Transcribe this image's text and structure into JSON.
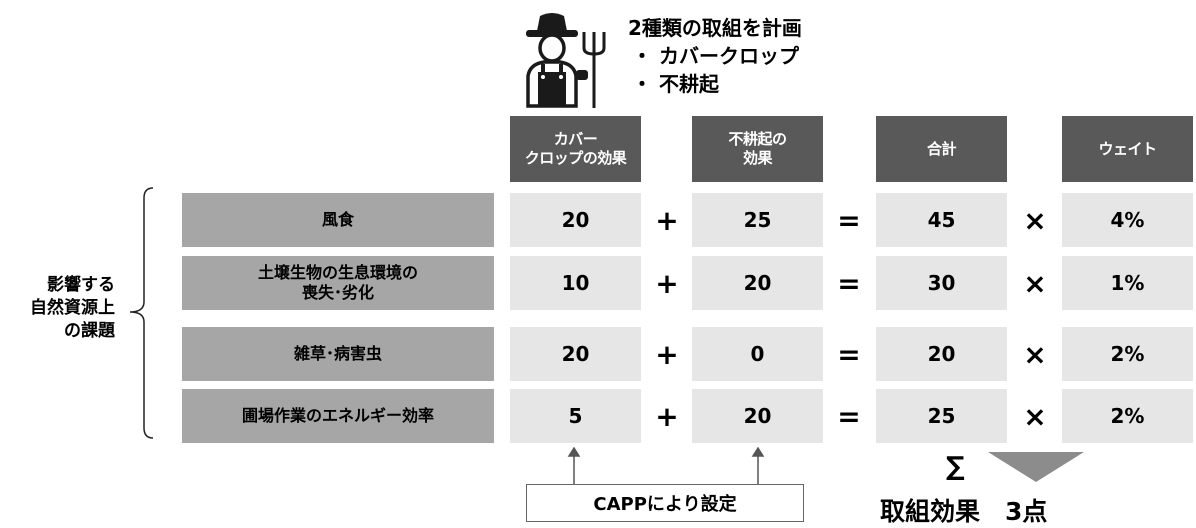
{
  "plan": {
    "title": "2種類の取組を計画",
    "items": [
      "・ カバークロップ",
      "・ 不耕起"
    ]
  },
  "headers": {
    "cover_crop": "カバー\nクロップの効果",
    "no_till": "不耕起の\n効果",
    "total": "合計",
    "weight": "ウェイト"
  },
  "side_label": "影響する\n自然資源上\nの課題",
  "rows": [
    {
      "issue": "風食",
      "cover": "20",
      "notill": "25",
      "total": "45",
      "weight": "4%"
    },
    {
      "issue": "土壌生物の生息環境の\n喪失･劣化",
      "cover": "10",
      "notill": "20",
      "total": "30",
      "weight": "1%"
    },
    {
      "issue": "雑草･病害虫",
      "cover": "20",
      "notill": "0",
      "total": "20",
      "weight": "2%"
    },
    {
      "issue": "圃場作業のエネルギー効率",
      "cover": "5",
      "notill": "20",
      "total": "25",
      "weight": "2%"
    }
  ],
  "operators": {
    "plus": "+",
    "equals": "=",
    "times": "×"
  },
  "capp_label": "CAPPにより設定",
  "sigma": "∑",
  "result": "取組効果　3点",
  "icons": {
    "farmer": "farmer-icon",
    "pitchfork": "pitchfork-icon"
  },
  "colors": {
    "header": "#595959",
    "issue": "#a6a6a6",
    "cell": "#e6e6e6",
    "arrow": "#8c8c8c"
  }
}
